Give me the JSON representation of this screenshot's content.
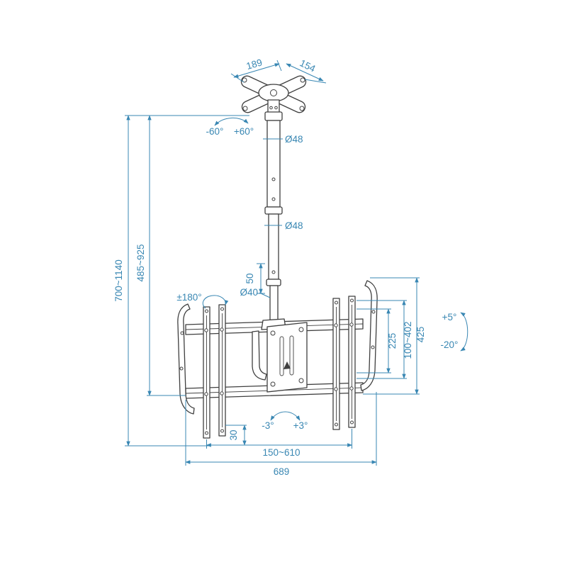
{
  "diagram": {
    "colors": {
      "outline": "#3f3f3f",
      "dimension": "#3987b3",
      "background": "#ffffff"
    },
    "labels": {
      "plate_width": "189",
      "plate_depth": "154",
      "swivel_left": "-60°",
      "swivel_right": "+60°",
      "upper_pole_diameter": "Ø48",
      "mid_pole_diameter": "Ø48",
      "lower_pole_diameter": "Ø40",
      "pole_stub_length": "50",
      "rotation_range": "±180°",
      "overall_height": "700~1140",
      "pole_height": "485~925",
      "vesa_height": "225",
      "bracket_height_range": "100~402",
      "bracket_total_height": "425",
      "tilt_up": "+5°",
      "tilt_down": "-20°",
      "roll_left": "-3°",
      "roll_right": "+3°",
      "rail_offset": "30",
      "mount_width_range": "150~610",
      "overall_width": "689"
    }
  }
}
